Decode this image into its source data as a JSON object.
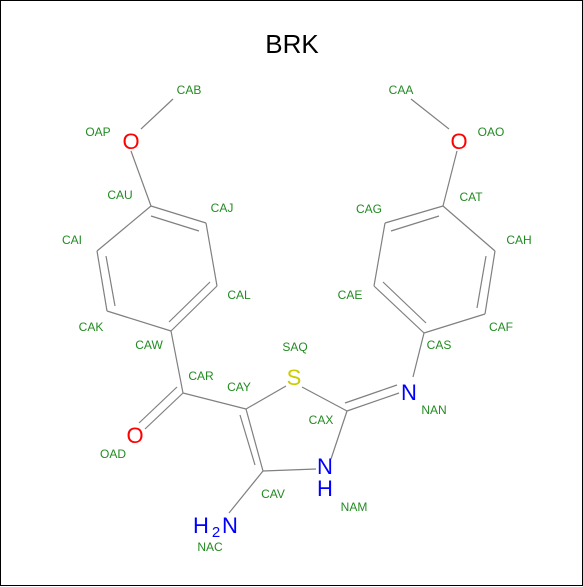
{
  "title": "BRK",
  "colors": {
    "bond": "#808080",
    "carbon_label": "#228b22",
    "oxygen": "#ff0000",
    "nitrogen": "#0000ff",
    "sulfur": "#cccc00",
    "title": "#000000"
  },
  "heteroatoms": {
    "o_left": "O",
    "o_right": "O",
    "o_carbonyl": "O",
    "s_ring": "S",
    "n_imine": "N",
    "n_ring": "N",
    "n_ring_h": "H",
    "n_amine": "N",
    "n_amine_h": "H",
    "n_amine_sub": "2"
  },
  "atom_labels": {
    "CAB": "CAB",
    "OAP": "OAP",
    "CAU": "CAU",
    "CAJ": "CAJ",
    "CAI": "CAI",
    "CAL": "CAL",
    "CAK": "CAK",
    "CAW": "CAW",
    "CAR": "CAR",
    "OAD": "OAD",
    "CAY": "CAY",
    "SAQ": "SAQ",
    "CAX": "CAX",
    "CAV": "CAV",
    "NAC": "NAC",
    "NAM": "NAM",
    "NAN": "NAN",
    "CAS": "CAS",
    "CAE": "CAE",
    "CAF": "CAF",
    "CAG": "CAG",
    "CAH": "CAH",
    "CAT": "CAT",
    "OAO": "OAO",
    "CAA": "CAA"
  }
}
